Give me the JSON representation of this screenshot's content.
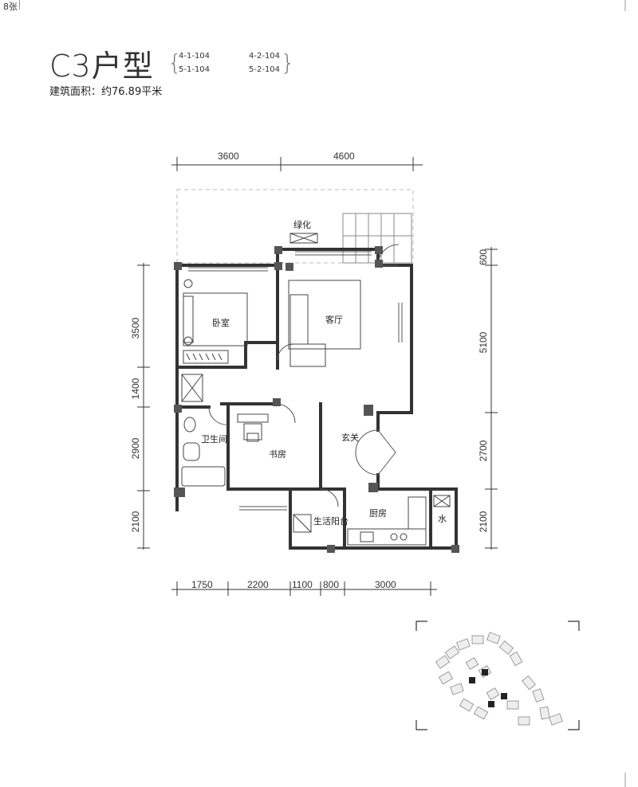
{
  "page_tag": "8张",
  "title": "C3户型",
  "subtitle": "建筑面积：约76.89平米",
  "units": [
    "4-1-104",
    "4-2-104",
    "5-1-104",
    "5-2-104"
  ],
  "dimensions": {
    "top": [
      "3600",
      "4600"
    ],
    "bottom": [
      "1750",
      "2200",
      "1100",
      "800",
      "3000"
    ],
    "left": [
      "3500",
      "1400",
      "2900",
      "2100"
    ],
    "right": [
      "600",
      "5100",
      "2700",
      "2100"
    ]
  },
  "rooms": {
    "greenery": "绿化",
    "bedroom": "卧室",
    "living_room": "客厅",
    "bathroom": "卫生间",
    "study": "书房",
    "entrance": "玄关",
    "utility_balcony": "生活阳台",
    "kitchen": "厨房",
    "water": "水"
  }
}
